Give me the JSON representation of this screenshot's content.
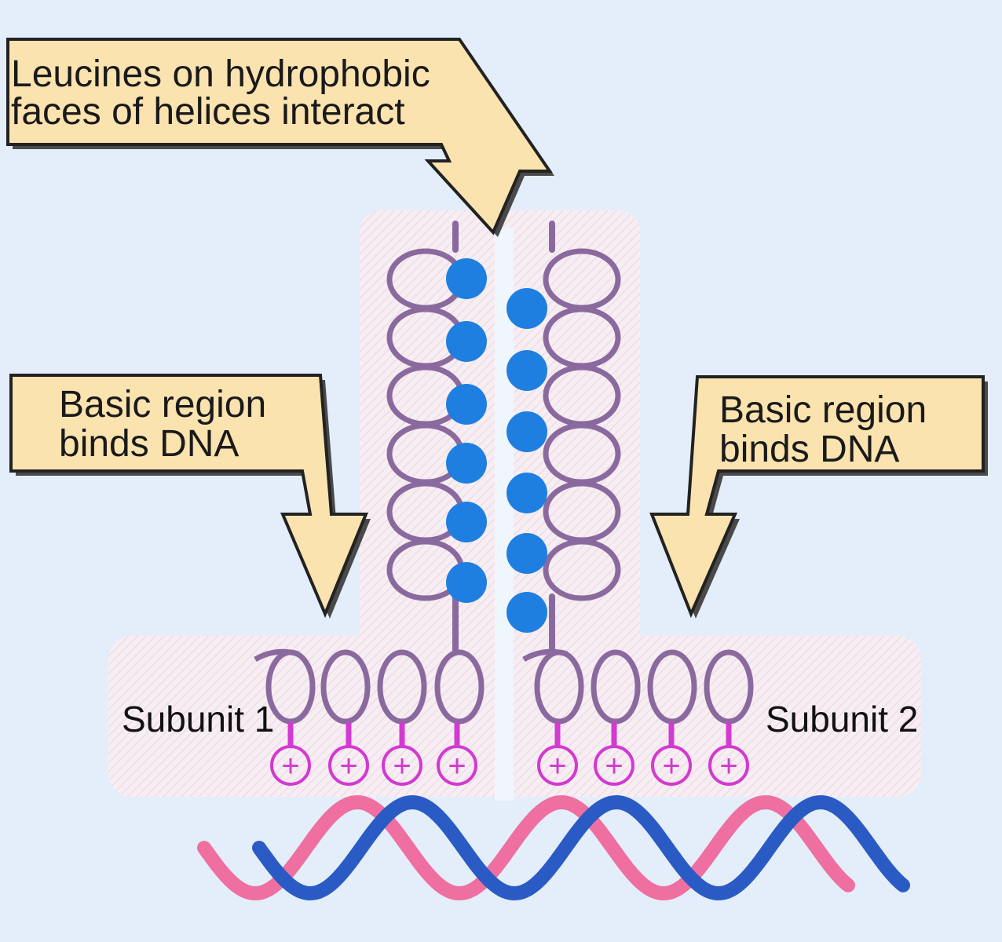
{
  "colors": {
    "background": "#e4eefa",
    "protein_region": "#f6ecf1",
    "callout_fill": "#fbe3b0",
    "callout_stroke": "#222222",
    "helix": "#8a6a9e",
    "leucine": "#1e7fe0",
    "basic_residue": "#d23ad0",
    "dna_strand_1": "#2a5bc4",
    "dna_strand_2": "#ee6fa0"
  },
  "callouts": {
    "leucine": {
      "line1": "Leucines on hydrophobic",
      "line2": "faces of helices interact"
    },
    "basic_left": {
      "line1": "Basic region",
      "line2": "binds DNA"
    },
    "basic_right": {
      "line1": "Basic region",
      "line2": "binds DNA"
    }
  },
  "subunits": {
    "left": "Subunit 1",
    "right": "Subunit 2"
  },
  "charge_symbol": "+",
  "icons": {
    "leucine": "leucine-residue-icon",
    "basic": "positive-charge-icon"
  }
}
